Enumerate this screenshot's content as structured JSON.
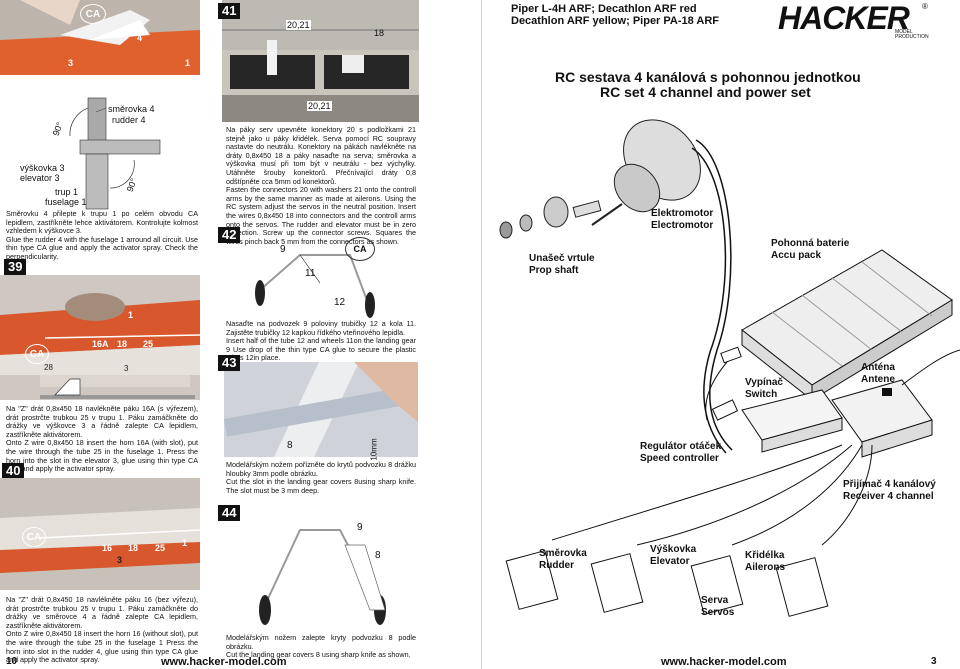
{
  "header": {
    "model_line1": "Piper L-4H ARF; Decathlon ARF red",
    "model_line2": "Decathlon ARF yellow; Piper PA-18 ARF",
    "brand": "HACKER",
    "brand_sub1": "MODEL",
    "brand_sub2": "PRODUCTION"
  },
  "title": {
    "cz": "RC sestava 4 kanálová  s pohonnou jednotkou",
    "en": "RC set 4 channel  and power set"
  },
  "left": {
    "top_photo": {
      "ca": "CA",
      "n4": "4",
      "n3": "3",
      "n1": "1"
    },
    "diagram": {
      "rudder_cz": "směrovka 4",
      "rudder_en": "rudder 4",
      "elev_cz": "výškovka 3",
      "elev_en": "elevator 3",
      "fus_cz": "trup 1",
      "fus_en": "fuselage 1",
      "angle1": "90°",
      "angle2": "90°"
    },
    "step39": {
      "num": "39",
      "cz": "Směrovku 4 přilepte k trupu 1 po celém obvodu CA lepidlem, zastříkněte lehce aktivátorem. Kontrolujte kolmost vzhledem k výškovce 3.",
      "en": "Glue the rudder 4 with the fuselage 1 arround all circuit. Use thin type CA glue and apply the activator spray. Check the perpendicularity."
    },
    "photo40": {
      "ca": "CA",
      "n16a": "16A",
      "n18": "18",
      "n25": "25",
      "n28": "28",
      "n3": "3",
      "n1": "1"
    },
    "step40": {
      "num": "40",
      "cz": "Na \"Z\" drát 0,8x450 18 navlékněte páku 16A (s výřezem), drát prostrčte trubkou 25 v trupu 1. Páku zamáčkněte do drážky ve výškovce 3 a řádně zalepte CA lepidlem, zastříkněte aktivátorem.",
      "en": "Onto Z wire 0,8x450 18 insert the horn 16A (with slot), put the wire through the tube 25 in the fuselage 1. Press the horn into the slot in the elevator 3, glue using thin type CA glue and apply the activator spray."
    },
    "photo_bottom": {
      "ca": "CA",
      "n16": "16",
      "n18": "18",
      "n25": "25",
      "n3": "3",
      "n1": "1"
    },
    "step_bottom": {
      "cz": "Na \"Z\" drát 0,8x450 18 navlékněte páku 16 (bez výřezu), drát prostrčte trubkou 25 v trupu 1. Páku zamáčkněte do drážky ve směrovce 4 a řádně zalepte CA lepidlem, zastříkněte aktivátorem.",
      "en": "Onto Z wire 0,8x450 18 insert the horn 16 (without slot), put the wire through the tube 25 in the fuselage 1 Press the horn into slot in the rudder 4, glue using thin type CA glue and apply the activator spray."
    },
    "page_no": "10",
    "url": "www.hacker-model.com"
  },
  "middle": {
    "step41": {
      "num": "41",
      "lbl_top": "20,21",
      "lbl_18": "18",
      "lbl_bottom": "20,21",
      "cz": "Na páky serv upevněte konektory 20 s podložkami 21 stejně jako u páky křidélek. Serva pomocí RC soupravy nastavte do neutrálu. Konektory na pákách navlékněte na dráty 0,8x450 18 a páky nasaďte na serva; směrovka a výškovka musí při tom být v neutrálu - bez výchylky. Utáhněte šrouby konektorů. Přečnívající dráty 0,8 odštípněte cca 5mm od konektorů.",
      "en": "Fasten the connectors 20 with washers 21 onto the controll arms by the same manner as made at ailerons. Using the RC system adjust the servos in the neutral position. Insert the wires 0,8x450 18 into connectors and the controll arms onto the servos. The rudder and elevator must be in zero deflection. Screw up the connector screws. Squares the wires pinch back 5 mm from the connectors as shown."
    },
    "step42": {
      "num": "42",
      "n9": "9",
      "n11": "11",
      "n12": "12",
      "ca": "CA",
      "cz": "Nasaďte na podvozek 9 poloviny trubičky 12 a kola 11. Zajistěte trubičky 12 kapkou řídkého vteřinového lepidla.",
      "en": "Insert half of the tube 12 and wheels 11on the landing gear 9 Use drop of the thin type CA glue to secure the plastic tubes 12in place."
    },
    "step43": {
      "num": "43",
      "n8": "8",
      "dim": "10mm",
      "cz": "Modelářským nožem pořízněte do krytů podvozku 8 drážku hloubky 3mm podle obrázku.",
      "en": "Cut the slot in the landing gear covers 8using sharp knife. The slot must be 3 mm deep."
    },
    "step44": {
      "num": "44",
      "n9": "9",
      "n8": "8",
      "cz": "Modelářským nožem zalepte kryty podvozku 8 podle obrázku.",
      "en": "Cut the landing gear covers 8 using sharp knife as shown."
    },
    "url": "www.hacker-model.com"
  },
  "right": {
    "motor_cz": "Elektromotor",
    "motor_en": "Electromotor",
    "prop_cz": "Unašeč vrtule",
    "prop_en": "Prop shaft",
    "battery_cz": "Pohonná baterie",
    "battery_en": "Accu pack",
    "switch_cz": "Vypínač",
    "switch_en": "Switch",
    "antenna_cz": "Anténa",
    "antenna_en": "Antene",
    "esc_cz": "Regulátor otáček",
    "esc_en": "Speed controller",
    "rx_cz": "Přijímač 4 kanálový",
    "rx_en": "Receiver 4 channel",
    "rudder_cz": "Směrovka",
    "rudder_en": "Rudder",
    "elev_cz": "Výškovka",
    "elev_en": "Elevator",
    "ail_cz": "Křidélka",
    "ail_en": "Ailerons",
    "servo_cz": "Serva",
    "servo_en": "Servos",
    "url": "www.hacker-model.com",
    "page_no": "3"
  }
}
